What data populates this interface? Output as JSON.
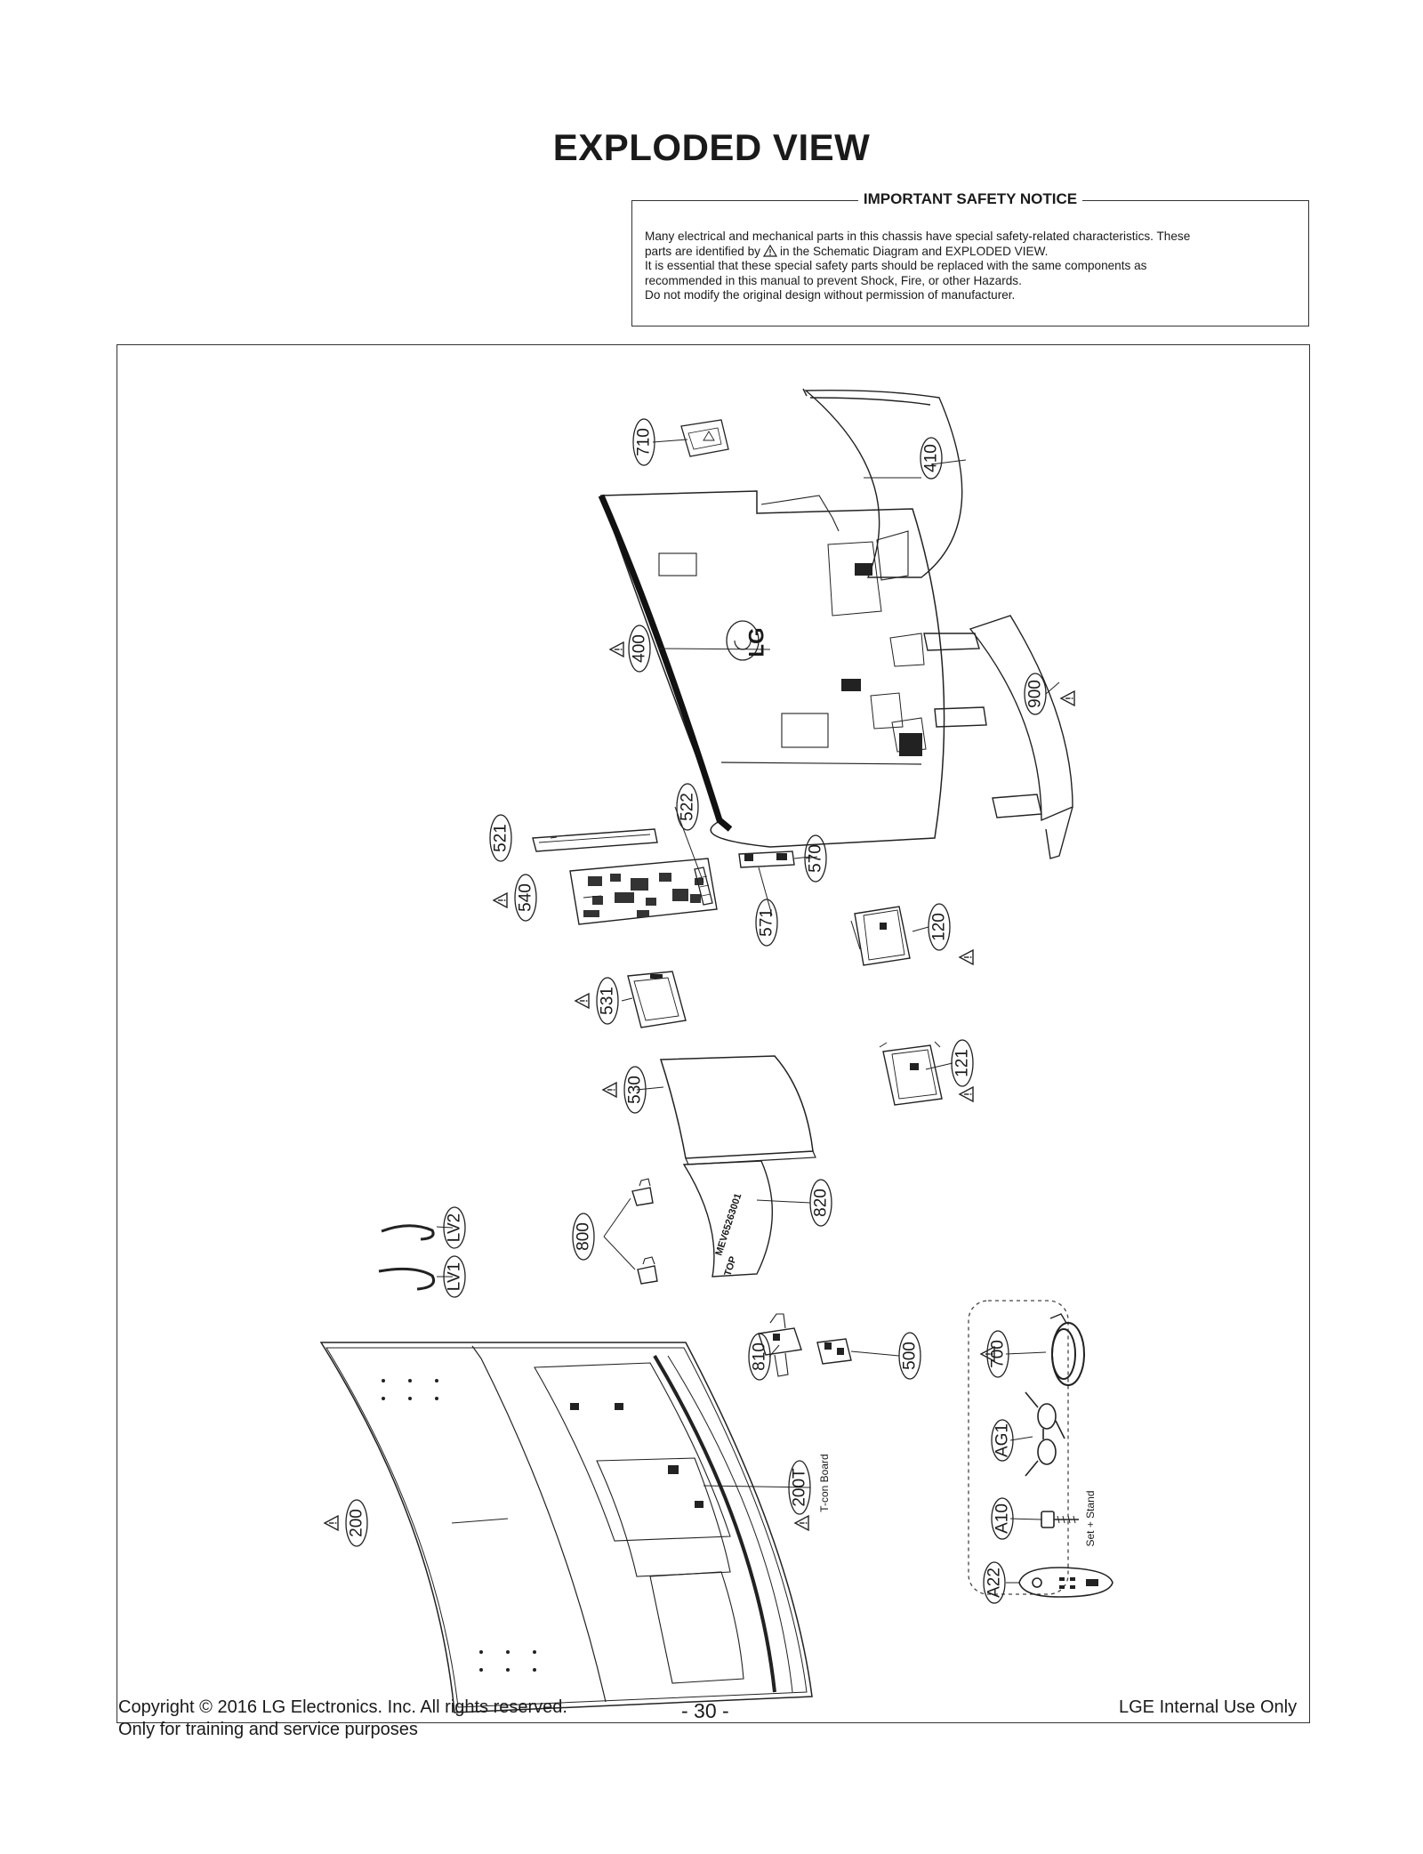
{
  "title": "EXPLODED VIEW",
  "notice": {
    "heading": "IMPORTANT SAFETY NOTICE",
    "line1": "Many electrical and mechanical parts in this chassis have special safety-related characteristics. These",
    "line2a": "parts are identified by",
    "line2b": "in the Schematic Diagram and EXPLODED VIEW.",
    "line3": "It is essential that these special safety parts should be replaced with the same components as",
    "line4": "recommended in this manual to prevent Shock, Fire, or other Hazards.",
    "line5": "Do not modify the original design without permission of manufacturer."
  },
  "parts": {
    "p710": "710",
    "p410": "410",
    "p400": "400",
    "p900": "900",
    "p521": "521",
    "p522": "522",
    "p540": "540",
    "p570": "570",
    "p571": "571",
    "p120": "120",
    "p531": "531",
    "p121": "121",
    "p530": "530",
    "p820": "820",
    "p800": "800",
    "pLV2": "LV2",
    "pLV1": "LV1",
    "p810": "810",
    "p500": "500",
    "p700": "700",
    "pAG1": "AG1",
    "p200T": "200T",
    "p200": "200",
    "pA10": "A10",
    "pA22": "A22"
  },
  "annotations": {
    "tcon": "T-con Board",
    "stand": "Set + Stand",
    "logo": "LG",
    "label_code": "MEV65263001",
    "top_mark": "TOP"
  },
  "footer": {
    "copyright": "Copyright  © 2016 LG Electronics. Inc. All rights reserved.",
    "training": "Only for training and service purposes",
    "page": "- 30 -",
    "internal": "LGE Internal Use Only"
  }
}
